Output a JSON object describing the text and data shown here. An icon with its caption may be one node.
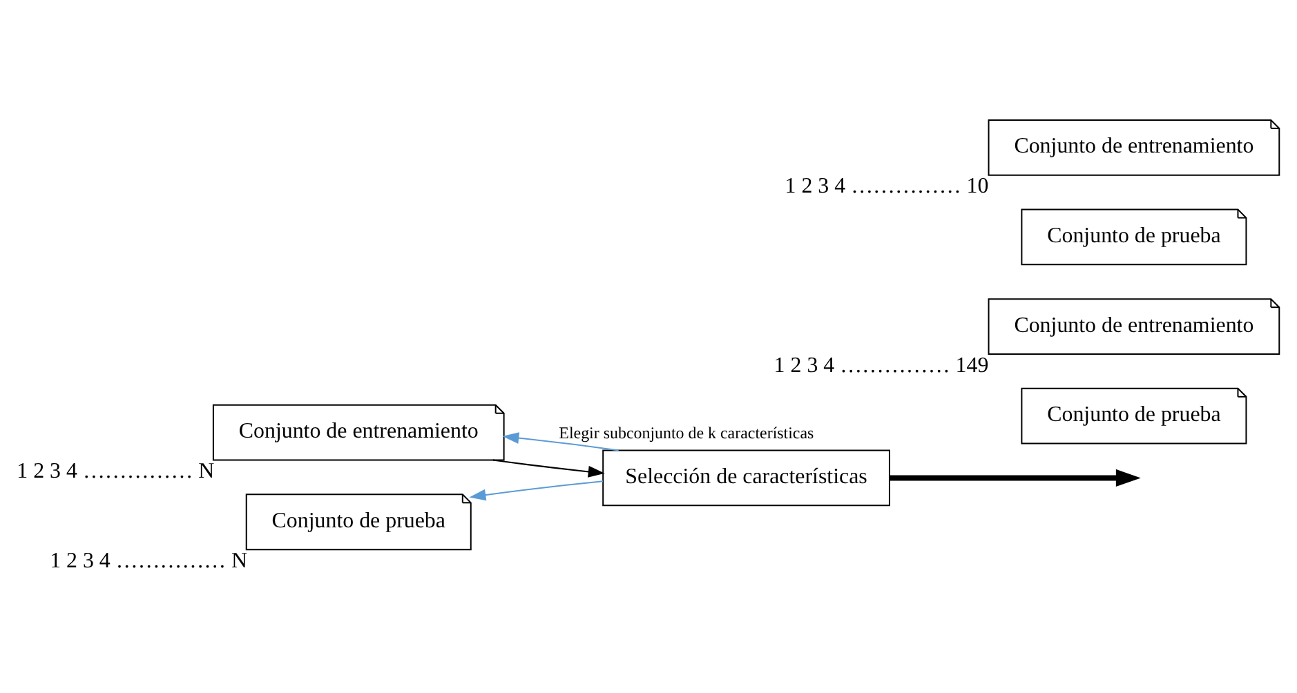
{
  "diagram": {
    "nodes": [
      {
        "text": [
          "Conjunto de entrenamiento"
        ],
        "beside": [
          "1 2 3 4 …………… N"
        ]
      },
      {
        "text": [
          "Conjunto de prueba"
        ],
        "beside": [
          "1 2 3 4 …………… N"
        ]
      },
      {
        "text": [
          "Selección de características"
        ]
      },
      {
        "text": [
          "Conjunto de entrenamiento"
        ],
        "beside": [
          "1 2 3 4 …………… 10"
        ]
      },
      {
        "text": [
          "Conjunto de prueba"
        ]
      },
      {
        "text": [
          "Conjunto de entrenamiento"
        ],
        "beside": [
          "1 2 3 4 …………… 149"
        ]
      },
      {
        "text": [
          "Conjunto de prueba"
        ]
      }
    ],
    "edges": [
      {
        "from": 2,
        "to": 0,
        "arrow": "to",
        "label": "Elegir subconjunto de k características",
        "color": "#5b9bd5"
      },
      {
        "from": 0,
        "to": 2,
        "arrow": "to",
        "color": "#000000"
      },
      {
        "from": 2,
        "to": 1,
        "arrow": "to",
        "color": "#5b9bd5"
      },
      {
        "from": 2,
        "to": null,
        "arrow": "to",
        "style": "thick",
        "color": "#000000"
      }
    ]
  }
}
